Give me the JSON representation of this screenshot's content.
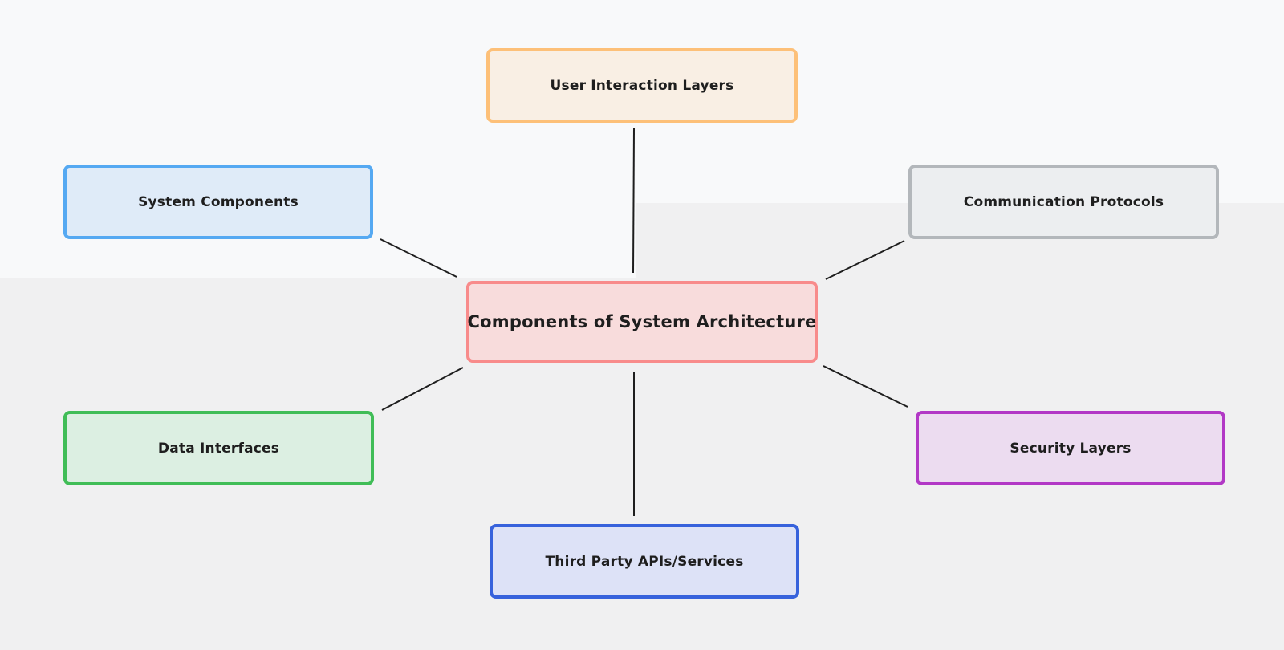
{
  "diagram": {
    "center": {
      "label": "Components of System Architecture",
      "fill": "#f8dcdc",
      "stroke": "#f88b8b"
    },
    "nodes": [
      {
        "id": "user",
        "label": "User Interaction Layers",
        "fill": "#f9efe4",
        "stroke": "#fdc078"
      },
      {
        "id": "system",
        "label": "System Components",
        "fill": "#dfebf8",
        "stroke": "#55a9f2"
      },
      {
        "id": "comm",
        "label": "Communication Protocols",
        "fill": "#eceef0",
        "stroke": "#b3b7bb"
      },
      {
        "id": "data",
        "label": "Data Interfaces",
        "fill": "#dcefe2",
        "stroke": "#40bd57"
      },
      {
        "id": "security",
        "label": "Security Layers",
        "fill": "#ecdcf0",
        "stroke": "#b238c6"
      },
      {
        "id": "third",
        "label": "Third Party APIs/Services",
        "fill": "#dde2f7",
        "stroke": "#3762dc"
      }
    ],
    "edge_color": "#1e1e1e"
  }
}
